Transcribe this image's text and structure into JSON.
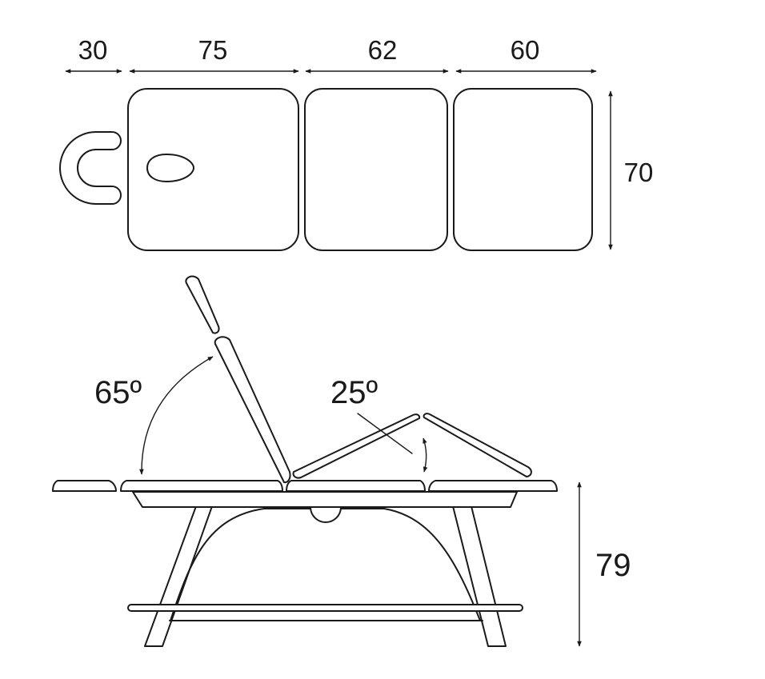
{
  "dimensions": {
    "head_section_length": "30",
    "section_1_length": "75",
    "section_2_length": "62",
    "section_3_length": "60",
    "width": "70",
    "height": "79"
  },
  "angles": {
    "backrest_angle": "65º",
    "leg_section_angle": "25º"
  },
  "colors": {
    "line": "#1a1a1a",
    "background": "#ffffff"
  }
}
